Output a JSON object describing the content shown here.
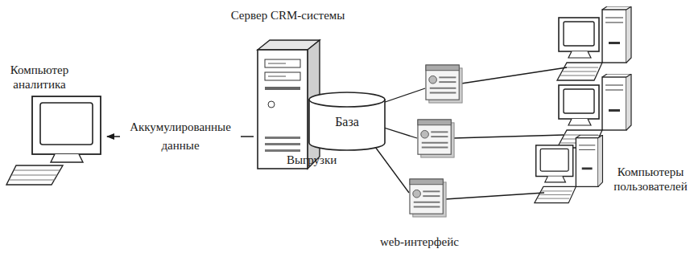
{
  "diagram": {
    "nodes": [
      {
        "text": [
          "Компьютер аналитика"
        ]
      },
      {
        "text": [
          "Сервер CRM-системы"
        ]
      },
      {
        "text": [
          "База"
        ]
      }
    ],
    "edges": [
      {
        "from": 1,
        "to": 0,
        "label": "Аккумулированные данные",
        "arrow": "to"
      }
    ],
    "labels": [
      "Выгрузки",
      "Компьютеры пользователей",
      "web-интерфейс"
    ]
  }
}
